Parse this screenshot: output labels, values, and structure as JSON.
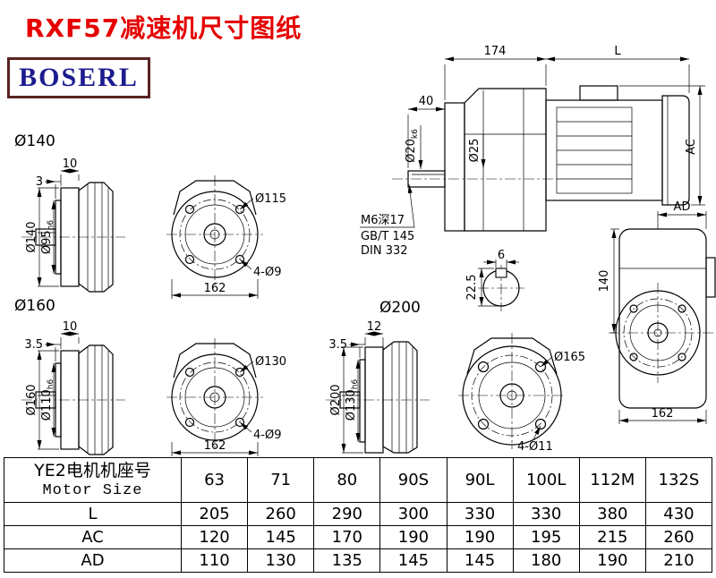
{
  "page": {
    "title": "RXF57减速机尺寸图纸",
    "logo": "BOSERL"
  },
  "assembly": {
    "dim_174": "174",
    "dim_L": "L",
    "dim_40": "40",
    "shaft_dia_base": "Ø20",
    "shaft_dia_tol": "k6",
    "shoulder_dia": "Ø25",
    "tap_hole": "M6深17",
    "std_gb": "GB/T 145",
    "std_din": "DIN 332",
    "dim_AC": "AC",
    "key_width": "6",
    "key_depth": "22.5",
    "dim_AD": "AD",
    "dim_140": "140",
    "dim_162": "162"
  },
  "flange140": {
    "label": "Ø140",
    "dim_thickness": "10",
    "dim_spigot_depth": "3",
    "od": "Ø140",
    "spigot_base": "Ø95",
    "spigot_tol": "h6",
    "bolt_circle": "Ø115",
    "holes": "4-Ø9",
    "dim_width": "162"
  },
  "flange160": {
    "label": "Ø160",
    "dim_thickness": "10",
    "dim_spigot_depth": "3.5",
    "od": "Ø160",
    "spigot_base": "Ø110",
    "spigot_tol": "h6",
    "bolt_circle": "Ø130",
    "holes": "4-Ø9",
    "dim_width": "162"
  },
  "flange200": {
    "label": "Ø200",
    "dim_thickness": "12",
    "dim_spigot_depth": "3.5",
    "od": "Ø200",
    "spigot_base": "Ø130",
    "spigot_tol": "h6",
    "bolt_circle": "Ø165",
    "holes": "4-Ø11"
  },
  "table": {
    "header_cn": "YE2电机机座号",
    "header_en": "Motor Size",
    "sizes": [
      "63",
      "71",
      "80",
      "90S",
      "90L",
      "100L",
      "112M",
      "132S"
    ],
    "rows": [
      {
        "label": "L",
        "values": [
          "205",
          "260",
          "290",
          "300",
          "330",
          "330",
          "380",
          "430"
        ]
      },
      {
        "label": "AC",
        "values": [
          "120",
          "145",
          "170",
          "190",
          "190",
          "195",
          "215",
          "260"
        ]
      },
      {
        "label": "AD",
        "values": [
          "110",
          "130",
          "135",
          "145",
          "145",
          "180",
          "190",
          "210"
        ]
      }
    ]
  }
}
